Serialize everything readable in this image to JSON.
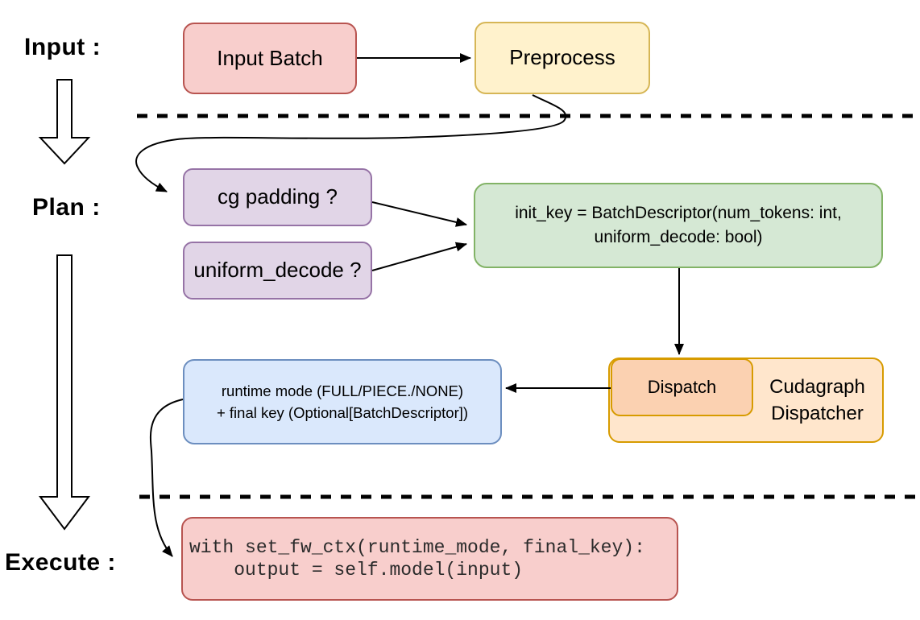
{
  "stages": {
    "input": "Input :",
    "plan": "Plan :",
    "execute": "Execute :"
  },
  "nodes": {
    "input_batch": {
      "label": "Input Batch"
    },
    "preprocess": {
      "label": "Preprocess"
    },
    "cg_padding": {
      "label": "cg padding ?"
    },
    "uniform_decode": {
      "label": "uniform_decode ?"
    },
    "init_key": {
      "line1": "init_key = BatchDescriptor(num_tokens: int,",
      "line2": "uniform_decode: bool)"
    },
    "dispatch": {
      "label": "Dispatch"
    },
    "cudagraph_dispatcher": {
      "label": "Cudagraph Dispatcher"
    },
    "runtime_mode": {
      "line1": "runtime mode (FULL/PIECE./NONE)",
      "line2": "+ final key (Optional[BatchDescriptor])"
    },
    "execute_code": {
      "line1": "with set_fw_ctx(runtime_mode, final_key):",
      "line2": "    output = self.model(input)"
    }
  },
  "colors": {
    "red_fill": "#f8cecc",
    "red_stroke": "#b85450",
    "yellow_fill": "#fff2cc",
    "yellow_stroke": "#d6b656",
    "purple_fill": "#e1d5e7",
    "purple_stroke": "#9673a6",
    "green_fill": "#d5e8d4",
    "green_stroke": "#82b366",
    "blue_fill": "#dae8fc",
    "blue_stroke": "#6c8ebf",
    "orange_fill": "#ffe6cc",
    "orange_stroke": "#d79b00",
    "dispatch_fill": "#fbd1b1",
    "arrow_color": "#000000",
    "code_text": "#2b2b2b"
  }
}
